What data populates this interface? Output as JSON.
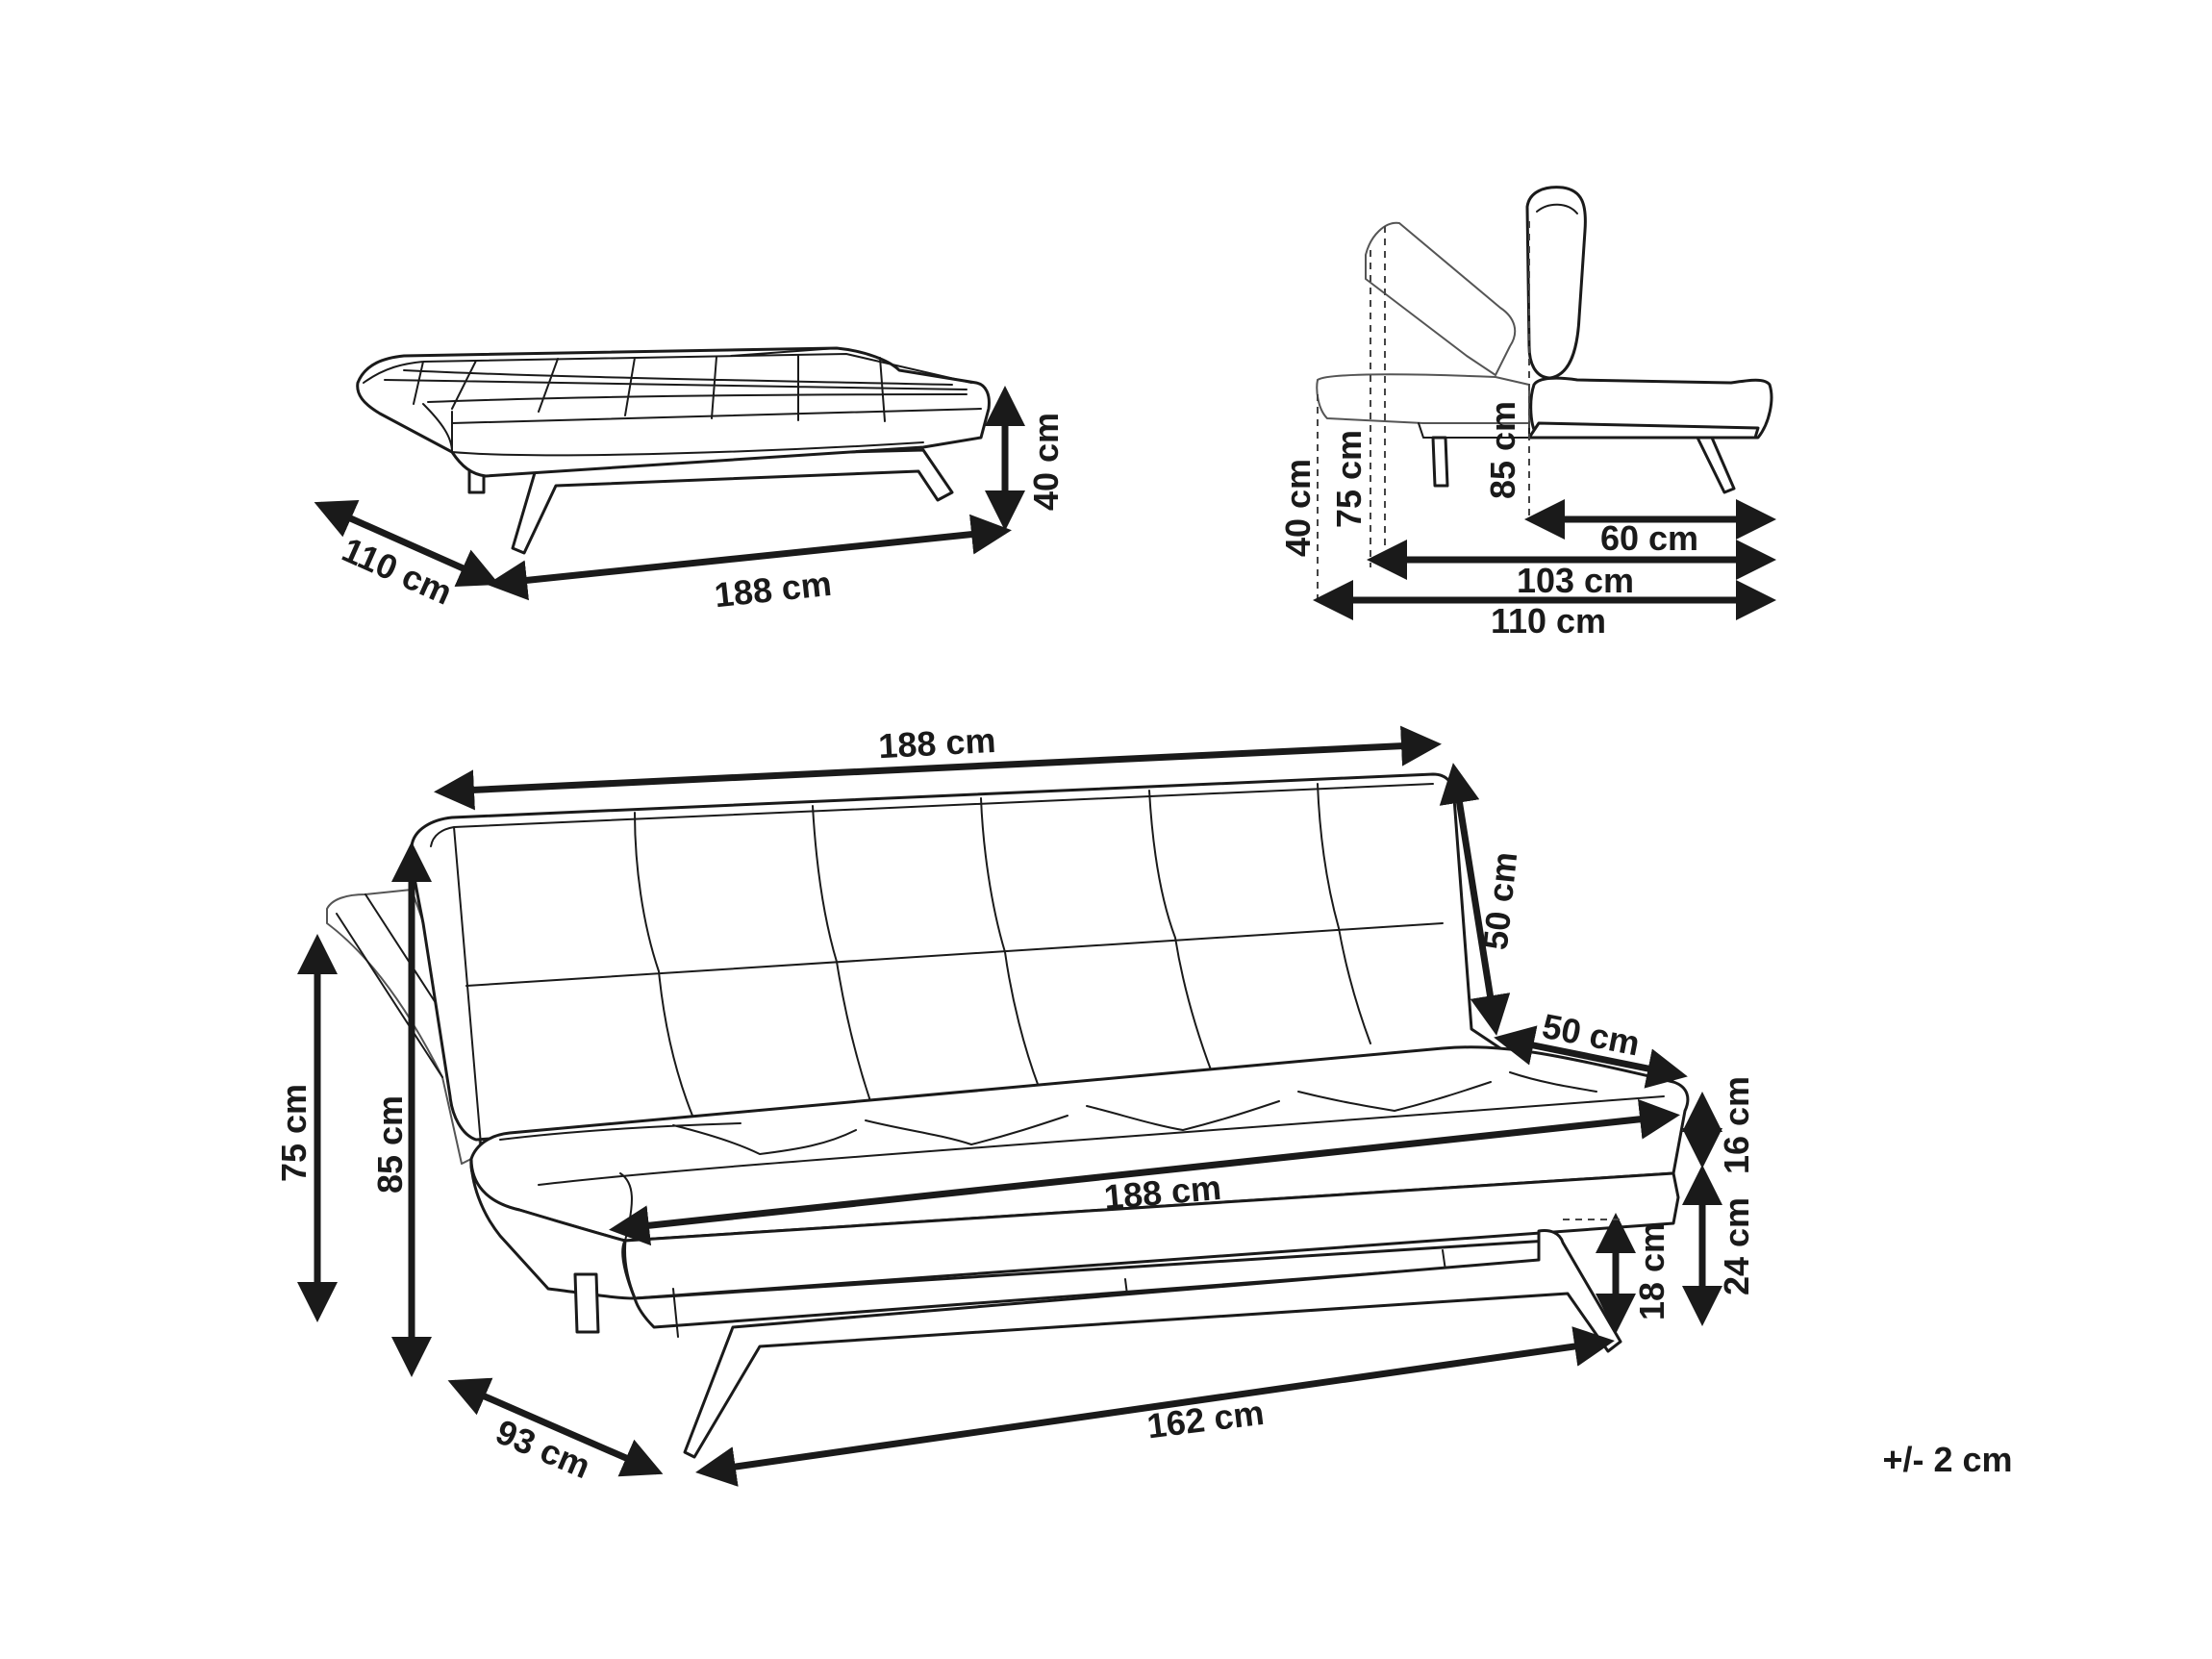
{
  "dimensions": {
    "bed_height": "40 cm",
    "bed_depth": "110 cm",
    "bed_width": "188 cm",
    "side_depth_85": "85 cm",
    "side_height_75": "75 cm",
    "side_height_40": "40 cm",
    "side_seat_60": "60 cm",
    "side_103": "103 cm",
    "side_110": "110 cm",
    "sofa_top_width": "188 cm",
    "sofa_back_height": "50 cm",
    "sofa_seat_depth": "50 cm",
    "sofa_cushion": "16 cm",
    "sofa_seat_height": "24 cm",
    "sofa_leg": "18 cm",
    "sofa_seat_width": "188 cm",
    "sofa_height_75": "75 cm",
    "sofa_height_85": "85 cm",
    "sofa_depth_93": "93 cm",
    "sofa_base_162": "162 cm"
  },
  "tolerance": "+/- 2 cm",
  "colors": {
    "line": "#1a1a1a",
    "background": "#ffffff"
  }
}
